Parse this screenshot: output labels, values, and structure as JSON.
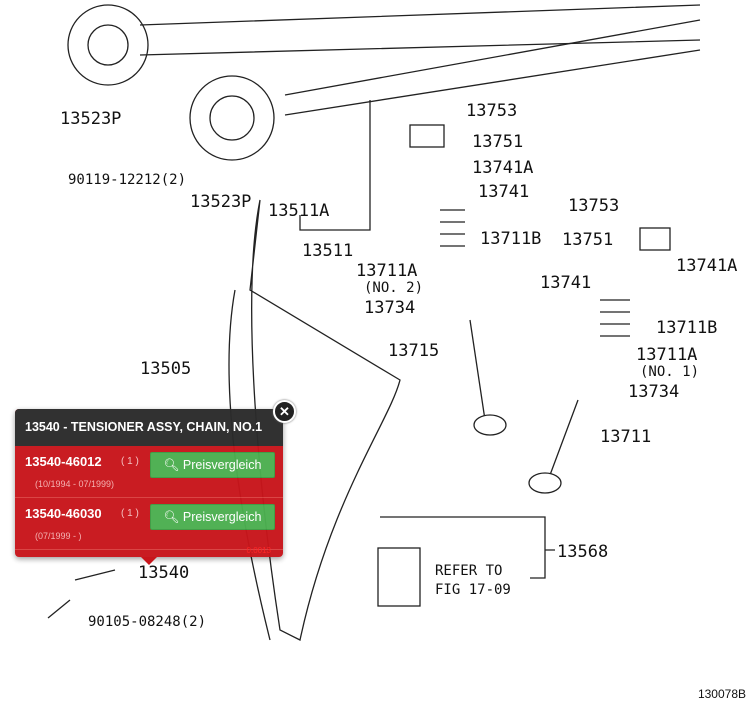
{
  "diagram": {
    "labels": [
      "13523P",
      "90119-12212(2)",
      "13523P",
      "13511A",
      "13511",
      "13753",
      "13751",
      "13741A",
      "13741",
      "13711B",
      "13711A",
      "(NO. 2)",
      "13734",
      "13715",
      "13753",
      "13751",
      "13741A",
      "13741",
      "13711B",
      "13711A",
      "(NO. 1)",
      "13734",
      "13711",
      "13505",
      "13568",
      "REFER TO",
      "FIG 17-09",
      "13540",
      "90105-08248(2)"
    ],
    "figure_number": "130078B"
  },
  "popup": {
    "title": "13540 - TENSIONER ASSY, CHAIN, NO.1",
    "parts": [
      {
        "number": "13540-46012",
        "qty": "( 1 )",
        "date": "(10/1994 - 07/1999)",
        "button": "Preisvergleich"
      },
      {
        "number": "13540-46030",
        "qty": "( 1 )",
        "date": "(07/1999 - )",
        "button": "Preisvergleich"
      }
    ],
    "footer_code": "0.0013",
    "close": "✕"
  },
  "colors": {
    "popup_bg": "#c8151b",
    "header_bg": "#2b2b2b",
    "button": "#4caf50"
  }
}
